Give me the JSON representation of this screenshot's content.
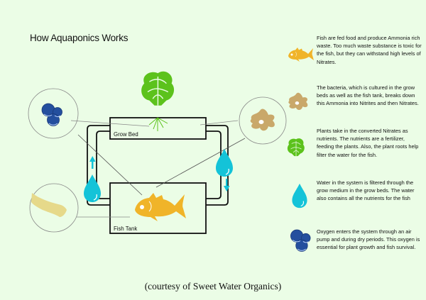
{
  "title": "How Aquaponics Works",
  "diagram": {
    "grow_bed_label": "Grow Bed",
    "fish_tank_label": "Fish Tank",
    "flow": {
      "left_arrow": "up",
      "right_arrow": "down"
    },
    "callouts": [
      "oxygen-bubbles",
      "bacteria",
      "fish-food-hand"
    ]
  },
  "legend": [
    {
      "icon": "fish-icon",
      "text": "Fish are fed food and produce Ammonia rich waste.  Too much waste substance is toxic for the fish, but they can withstand high levels of Nitrates."
    },
    {
      "icon": "bacteria-icon",
      "text": "The bacteria, which is cultured in the grow beds as well as the fish tank, breaks down this Ammonia into Nitrites and then Nitrates."
    },
    {
      "icon": "plant-icon",
      "text": "Plants take in the converted Nitrates as nutrients.  The nutrients are a fertilizer, feeding the plants.  Also, the plant roots help filter the water for the fish."
    },
    {
      "icon": "water-drop-icon",
      "text": "Water in the system is filtered through the grow medium in the grow beds. The water also contains all the nutrients for the fish"
    },
    {
      "icon": "oxygen-bubbles-icon",
      "text": "Oxygen enters the system through an air pump and during dry periods. This oxygen is essential for plant growth and fish survival."
    }
  ],
  "credit": "(courtesy of Sweet Water Organics)",
  "colors": {
    "background": "#ebfde6",
    "fish": "#f0b429",
    "bacteria": "#c9a86a",
    "plant": "#5cc21c",
    "water": "#14c3d8",
    "oxygen": "#244f9e",
    "hand": "#e6d98a"
  }
}
